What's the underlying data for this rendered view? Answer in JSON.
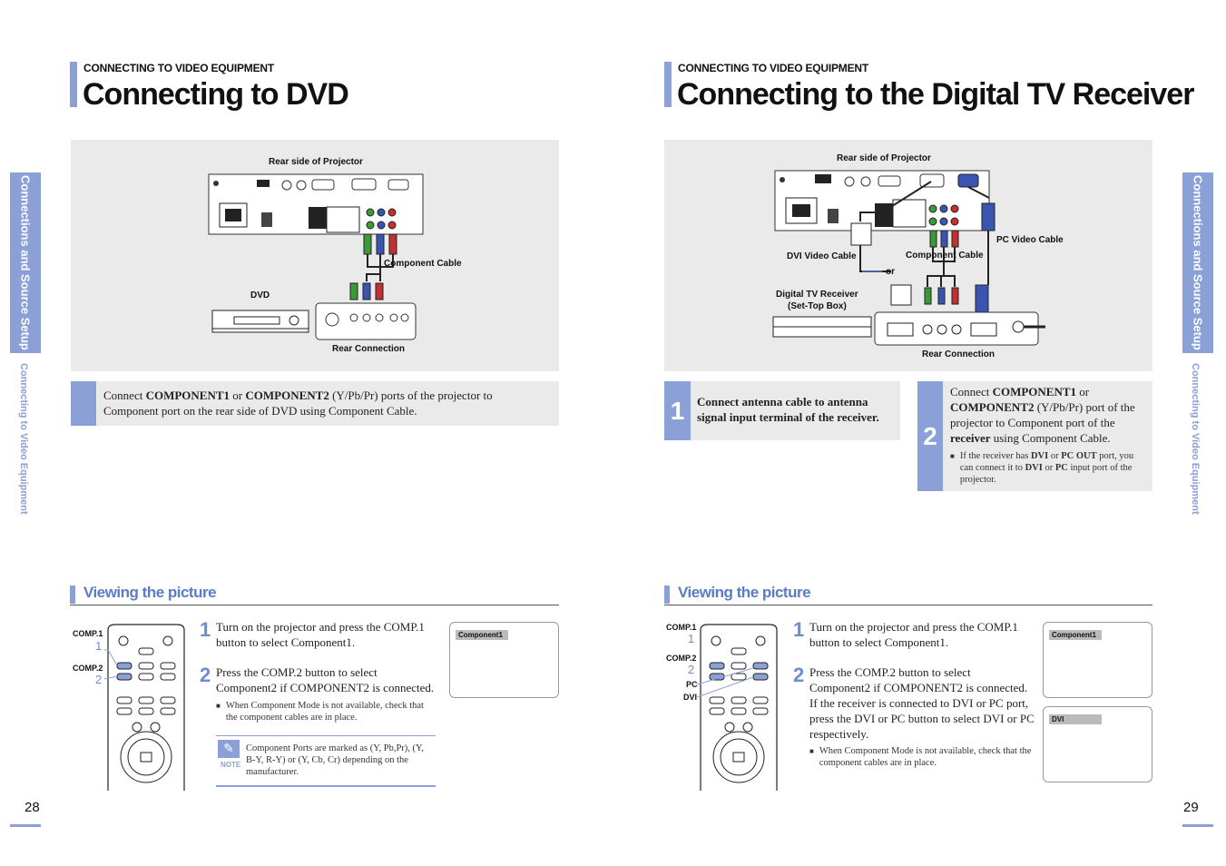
{
  "side": {
    "left_tab": "Connections and Source Setup",
    "left_sub": "Connecting to Video Equipment",
    "right_tab": "Connections and Source Setup",
    "right_sub": "Connecting to Video Equipment"
  },
  "left": {
    "section": "CONNECTING TO VIDEO EQUIPMENT",
    "title": "Connecting to DVD",
    "diagram": {
      "rear_side": "Rear side of Projector",
      "component_cable": "Component Cable",
      "dvd": "DVD",
      "rear_connection": "Rear Connection"
    },
    "instruction": {
      "pre": "Connect ",
      "b1": "COMPONENT1",
      "mid": " or ",
      "b2": "COMPONENT2",
      "post": " (Y/Pb/Pr) ports of the projector to Component port on the rear side of DVD using Component Cable."
    },
    "viewing_title": "Viewing the picture",
    "remote_labels": {
      "comp1": "COMP.1",
      "comp1_num": "1",
      "comp2": "COMP.2",
      "comp2_num": "2"
    },
    "step1": {
      "num": "1",
      "pre": "Turn on the projector and press the ",
      "b1": "COMP.1",
      "mid": " button to select ",
      "b2": "Component1",
      "post": "."
    },
    "step2": {
      "num": "2",
      "pre": "Press the ",
      "b1": "COMP.2",
      "mid": " button to select ",
      "b2": "Component2",
      "post": " if COMPONENT2 is connected."
    },
    "bullet": "When Component Mode is not available, check that the component cables are in place.",
    "note_label": "NOTE",
    "note_text": "Component Ports are marked as (Y, Pb,Pr), (Y, B-Y, R-Y) or (Y, Cb, Cr) depending on the manufacturer.",
    "osd": "Component1",
    "page_number": "28"
  },
  "right": {
    "section": "CONNECTING TO VIDEO EQUIPMENT",
    "title": "Connecting to the Digital TV Receiver",
    "diagram": {
      "rear_side": "Rear side of Projector",
      "dvi_cable": "DVI Video Cable",
      "component_cable": "Component Cable",
      "pc_cable": "PC Video Cable",
      "or": "or",
      "receiver_line1": "Digital TV Receiver",
      "receiver_line2": "(Set-Top Box)",
      "rear_connection": "Rear Connection"
    },
    "step1": {
      "num": "1",
      "text": "Connect antenna cable to antenna signal input terminal of the receiver."
    },
    "step2": {
      "num": "2",
      "pre": "Connect ",
      "b1": "COMPONENT1",
      "mid1": " or ",
      "b2": "COMPONENT2",
      "mid2": " (Y/Pb/Pr) port of the projector to Component port of the ",
      "b3": "receiver",
      "post": " using Component Cable.",
      "sub_pre": "If the receiver has ",
      "sub_b1": "DVI",
      "sub_mid1": " or ",
      "sub_b2": "PC OUT",
      "sub_mid2": " port, you can connect it to ",
      "sub_b3": "DVI",
      "sub_mid3": " or ",
      "sub_b4": "PC",
      "sub_post": " input port of the projector."
    },
    "viewing_title": "Viewing the picture",
    "remote_labels": {
      "comp1": "COMP.1",
      "comp1_num": "1",
      "comp2": "COMP.2",
      "comp2_num": "2",
      "pc": "PC",
      "dvi": "DVI"
    },
    "v_step1": {
      "num": "1",
      "pre": "Turn on the projector and press the ",
      "b1": "COMP.1",
      "mid": " button to select ",
      "b2": "Component1",
      "post": "."
    },
    "v_step2": {
      "num": "2",
      "pre": "Press the ",
      "b1": "COMP.2",
      "mid1": " button to select ",
      "b2": "Component2",
      "mid2": " if COMPONENT2 is connected. If the receiver is connected to DVI or PC port, press the ",
      "b3": "DVI",
      "mid3": " or ",
      "b4": "PC",
      "mid4": " button to select ",
      "b5": "DVI",
      "mid5": " or ",
      "b6": "PC",
      "post": " respectively."
    },
    "bullet": "When Component Mode is not available, check that the component cables are in place.",
    "osd1": "Component1",
    "osd2": "DVI",
    "page_number": "29"
  }
}
